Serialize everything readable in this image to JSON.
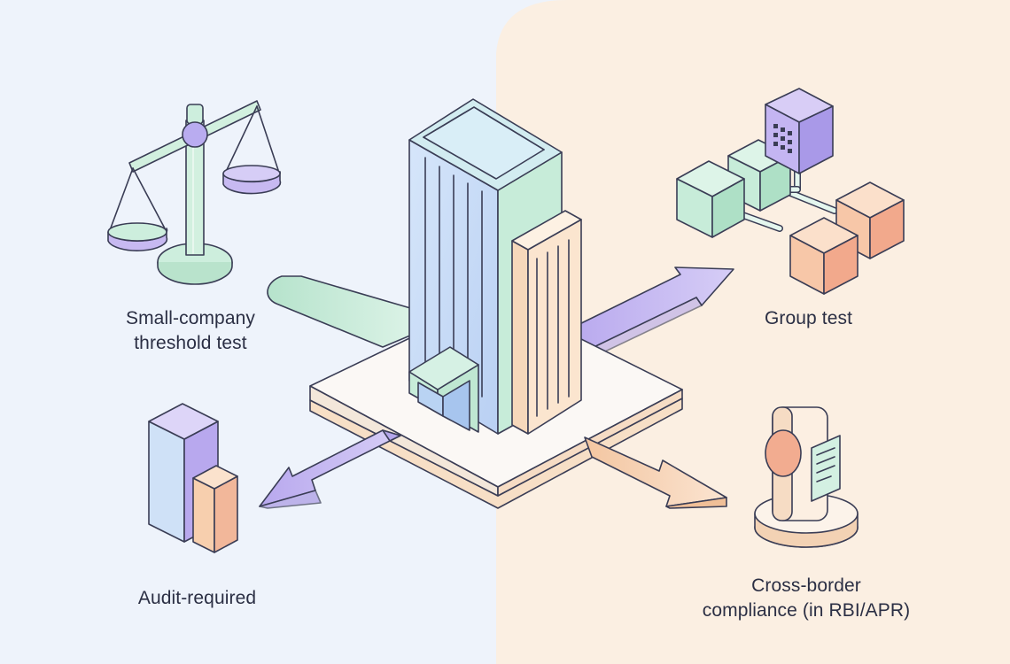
{
  "labels": {
    "small_company": {
      "line1": "Small-company",
      "line2": "threshold test"
    },
    "group_test": "Group test",
    "audit_required": "Audit-required",
    "cross_border": {
      "line1": "Cross-border",
      "line2": "compliance (in RBI/APR)"
    }
  },
  "colors": {
    "outline": "#3a3d55",
    "left_background": "#eef3fb",
    "right_background": "#fbeee0",
    "green": "#c9eddd",
    "lavender": "#c9bdf3",
    "peach": "#f8d8bc",
    "blue": "#cfe1f7"
  }
}
